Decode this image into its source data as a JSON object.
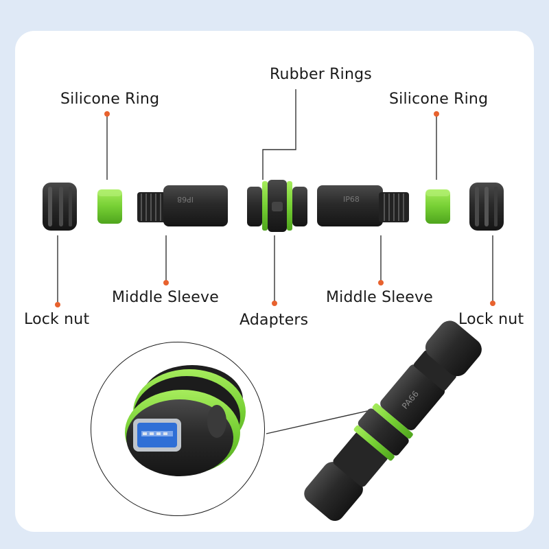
{
  "labels": {
    "rubber_rings": "Rubber Rings",
    "silicone_ring_left": "Silicone Ring",
    "silicone_ring_right": "Silicone Ring",
    "middle_sleeve_left": "Middle Sleeve",
    "middle_sleeve_right": "Middle Sleeve",
    "lock_nut_left": "Lock nut",
    "lock_nut_right": "Lock nut",
    "adapters": "Adapters"
  },
  "part_markings": {
    "sleeve_left": "IP68",
    "sleeve_right": "IP68",
    "assembled": "PA66"
  },
  "colors": {
    "background": "#dfe9f6",
    "card": "#ffffff",
    "body": "#2b2b2b",
    "accent_green": "#7dd13a",
    "leader_dot": "#e8622e",
    "usb_blue": "#2f6fd6"
  }
}
